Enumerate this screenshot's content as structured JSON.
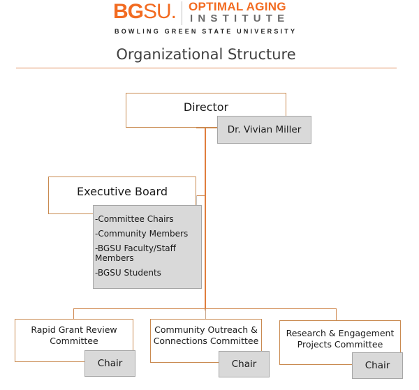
{
  "logo": {
    "bgsu_bold": "BG",
    "bgsu_regular": "SU.",
    "institute_line1": "OPTIMAL AGING",
    "institute_line2": "INSTITUTE",
    "university": "BOWLING GREEN STATE UNIVERSITY",
    "brand_color": "#f26b21"
  },
  "title": "Organizational Structure",
  "accent_color": "#c98a50",
  "org_chart": {
    "director": {
      "role": "Director",
      "name": "Dr. Vivian Miller"
    },
    "executive_board": {
      "role": "Executive Board",
      "members": [
        "-Committee Chairs",
        "-Community Members",
        "-BGSU Faculty/Staff Members",
        "-BGSU Students"
      ]
    },
    "committees": [
      {
        "name": "Rapid Grant Review Committee",
        "lead": "Chair"
      },
      {
        "name": "Community Outreach & Connections Committee",
        "lead": "Chair"
      },
      {
        "name": "Research & Engagement Projects Committee",
        "lead": "Chair"
      }
    ]
  }
}
